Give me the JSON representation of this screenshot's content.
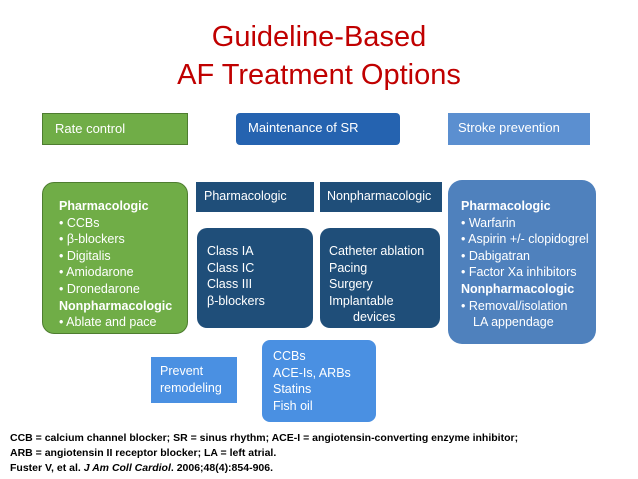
{
  "title": {
    "line1": "Guideline-Based",
    "line2": "AF Treatment Options"
  },
  "headers": {
    "rate_control": "Rate control",
    "maintenance_sr": "Maintenance of SR",
    "stroke_prevention": "Stroke prevention"
  },
  "rate_control": {
    "pharm_heading": "Pharmacologic",
    "items": [
      "• CCBs",
      "• β-blockers",
      "• Digitalis",
      "• Amiodarone",
      "• Dronedarone"
    ],
    "nonpharm_heading": "Nonpharmacologic",
    "nonpharm_items": [
      "• Ablate and pace"
    ]
  },
  "maintenance": {
    "pharm_label": "Pharmacologic",
    "nonpharm_label": "Nonpharmacologic",
    "pharm_items": [
      "Class IA",
      "Class IC",
      "Class III",
      "β-blockers"
    ],
    "nonpharm_items": [
      "Catheter ablation",
      "Pacing",
      "Surgery",
      "Implantable",
      "devices"
    ]
  },
  "stroke": {
    "pharm_heading": "Pharmacologic",
    "items": [
      "• Warfarin",
      "• Aspirin +/- clopidogrel",
      "• Dabigatran",
      "• Factor Xa inhibitors"
    ],
    "nonpharm_heading": "Nonpharmacologic",
    "nonpharm_items": [
      "• Removal/isolation",
      "LA appendage"
    ]
  },
  "prevent_remodeling": [
    "Prevent",
    "remodeling"
  ],
  "remodeling_drugs": [
    "CCBs",
    "ACE-Is, ARBs",
    "Statins",
    "Fish oil"
  ],
  "footnotes": {
    "line1": "CCB = calcium channel blocker; SR = sinus rhythm; ACE-I = angiotensin-converting enzyme inhibitor;",
    "line2": "ARB = angiotensin II receptor blocker; LA = left atrial.",
    "line3_a": "Fuster V, et al. ",
    "line3_journal": "J Am Coll Cardiol",
    "line3_b": ". 2006;48(4):854-906."
  },
  "colors": {
    "title_red": "#c00000",
    "green": "#70ad47",
    "light_blue": "#4a90e2",
    "mid_blue": "#4f81bd",
    "navy": "#1f4e79"
  }
}
